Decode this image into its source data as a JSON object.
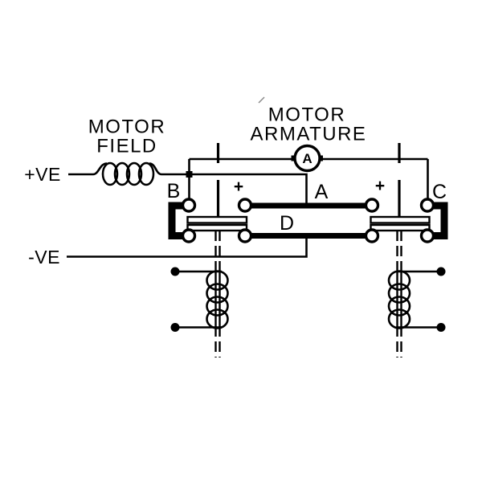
{
  "diagram": {
    "title_left": {
      "line1": "MOTOR",
      "line2": "FIELD"
    },
    "title_center": {
      "line1": "MOTOR",
      "line2": "ARMATURE"
    },
    "terminals": {
      "positive": "+VE",
      "negative": "-VE"
    },
    "contact_labels": {
      "b": "B",
      "a": "A",
      "c": "C",
      "d": "D"
    },
    "polarity_marks": {
      "left": "+",
      "right": "+"
    },
    "ammeter": {
      "symbol": "A"
    },
    "colors": {
      "line": "#000000",
      "background": "#ffffff"
    }
  }
}
